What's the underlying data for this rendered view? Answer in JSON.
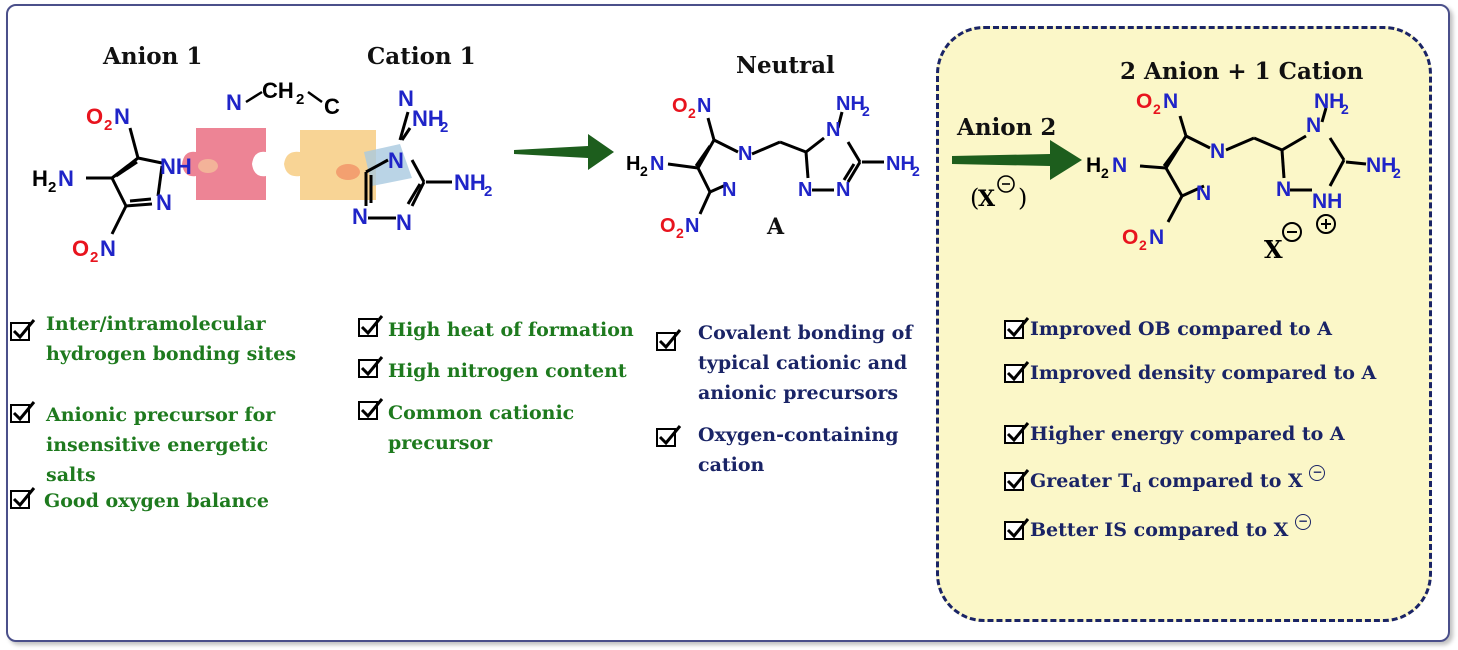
{
  "headers": {
    "anion1": "Anion 1",
    "cation1": "Cation 1",
    "neutral": "Neutral",
    "result": "2 Anion + 1 Cation",
    "anion2": "Anion 2"
  },
  "labels": {
    "compound_a": "A",
    "linker": "N–CH₂–C",
    "counter_ion": "X",
    "anion2_formula": "(X⊖)"
  },
  "anion1_features": [
    "Inter/intramolecular hydrogen bonding sites",
    "Anionic precursor for insensitive energetic salts",
    "Good oxygen balance"
  ],
  "cation1_features": [
    "High heat of formation",
    "High nitrogen content",
    "Common cationic precursor"
  ],
  "neutral_features": [
    "Covalent bonding of typical cationic and anionic precursors",
    "Oxygen-containing cation"
  ],
  "result_features": [
    "Improved OB compared to A",
    "Improved density compared to A",
    "Higher energy compared to A",
    "Greater T",
    "compared to X",
    "Better IS compared to X"
  ],
  "colors": {
    "green_text": "#1e7a1e",
    "navy_text": "#1a2466",
    "oxygen": "#e8141e",
    "nitrogen": "#1f24c8",
    "arrow": "#1d5e1d",
    "highlight_box": "#fbf7c8",
    "dashed_border": "#1a2466",
    "puzzle_red": "#ea6f82",
    "puzzle_orange": "#f7cf8a"
  }
}
